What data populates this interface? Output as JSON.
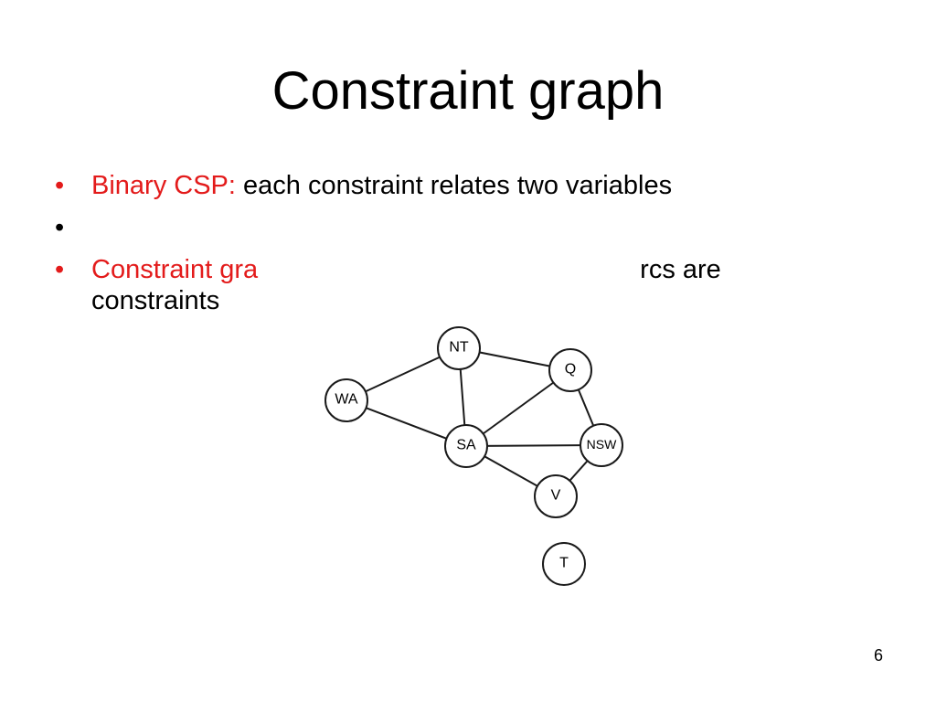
{
  "slide": {
    "title": "Constraint graph",
    "page_number": "6"
  },
  "bullets": [
    {
      "highlight": "Binary CSP:",
      "text": " each constraint relates two variables"
    },
    {
      "highlight": "",
      "text": ""
    },
    {
      "highlight": "Constraint gra",
      "text": "",
      "tail": "rcs are",
      "continuation": "constraints"
    }
  ],
  "graph": {
    "nodes": {
      "nt": "NT",
      "q": "Q",
      "wa": "WA",
      "sa": "SA",
      "nsw": "NSW",
      "v": "V",
      "t": "T"
    },
    "edges": [
      [
        "WA",
        "NT"
      ],
      [
        "WA",
        "SA"
      ],
      [
        "NT",
        "SA"
      ],
      [
        "NT",
        "Q"
      ],
      [
        "SA",
        "Q"
      ],
      [
        "SA",
        "NSW"
      ],
      [
        "SA",
        "V"
      ],
      [
        "Q",
        "NSW"
      ],
      [
        "NSW",
        "V"
      ]
    ]
  },
  "colors": {
    "highlight": "#e31b1b",
    "text": "#000000",
    "graph_stroke": "#1a1a1a"
  }
}
